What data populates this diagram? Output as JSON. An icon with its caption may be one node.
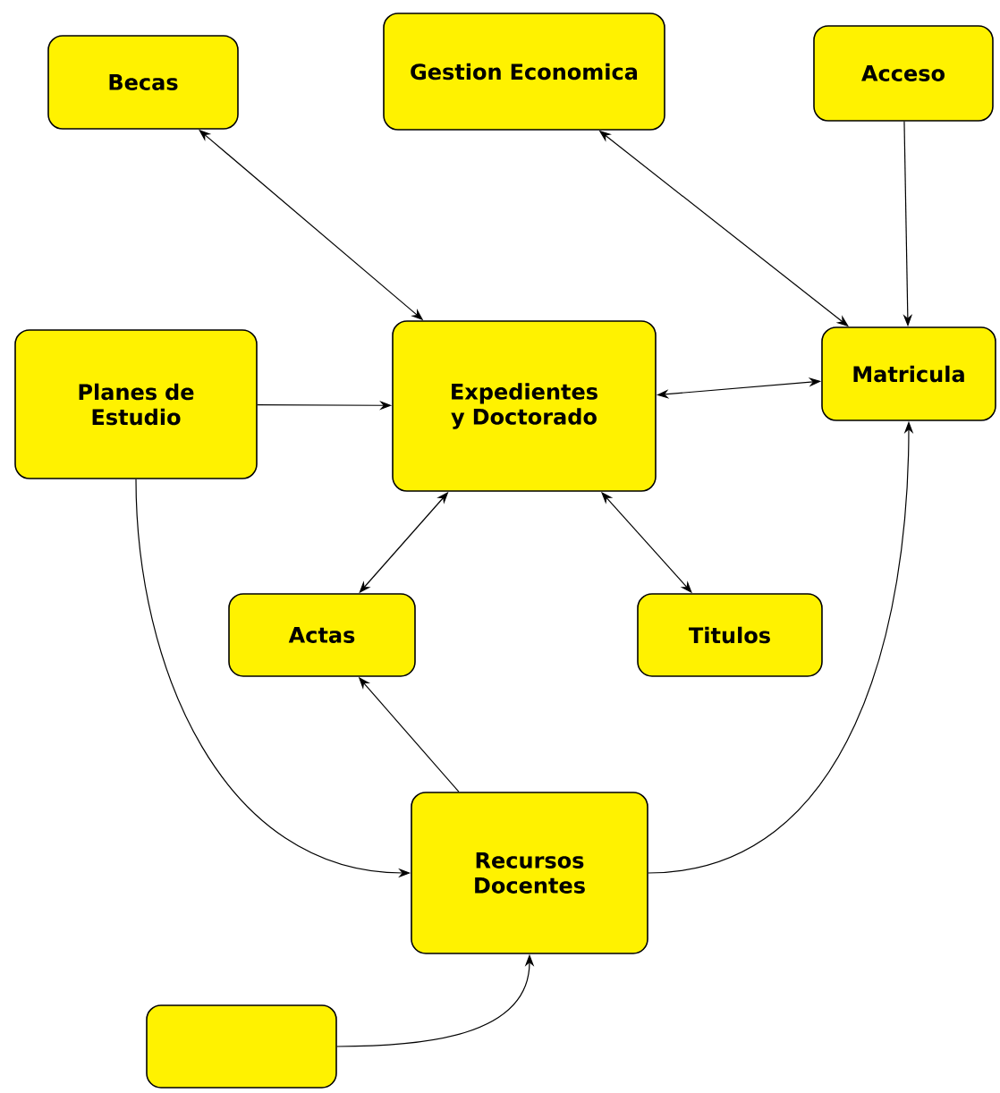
{
  "diagram": {
    "nodes": [
      {
        "text": [
          "Becas"
        ]
      },
      {
        "text": [
          "Gestion Economica"
        ]
      },
      {
        "text": [
          "Acceso"
        ]
      },
      {
        "text": [
          "Planes de Estudio"
        ]
      },
      {
        "text": [
          "Expedientes y Doctorado"
        ]
      },
      {
        "text": [
          "Matricula"
        ]
      },
      {
        "text": [
          "Actas"
        ]
      },
      {
        "text": [
          "Titulos"
        ]
      },
      {
        "text": [
          "Recursos Docentes"
        ]
      },
      {
        "text": [],
        "shape": "box"
      }
    ],
    "edges": [
      {
        "from": 0,
        "to": 4,
        "arrow": "both"
      },
      {
        "from": 1,
        "to": 5,
        "arrow": "both"
      },
      {
        "from": 2,
        "to": 5,
        "arrow": "to"
      },
      {
        "from": 3,
        "to": 4,
        "arrow": "to"
      },
      {
        "from": 4,
        "to": 5,
        "arrow": "both"
      },
      {
        "from": 4,
        "to": 6,
        "arrow": "both"
      },
      {
        "from": 4,
        "to": 7,
        "arrow": "both"
      },
      {
        "from": 8,
        "to": 6,
        "arrow": "to"
      },
      {
        "from": 3,
        "to": 8,
        "arrow": "to"
      },
      {
        "from": 8,
        "to": 5,
        "arrow": "to"
      },
      {
        "from": 9,
        "to": 8,
        "arrow": "to"
      }
    ]
  }
}
